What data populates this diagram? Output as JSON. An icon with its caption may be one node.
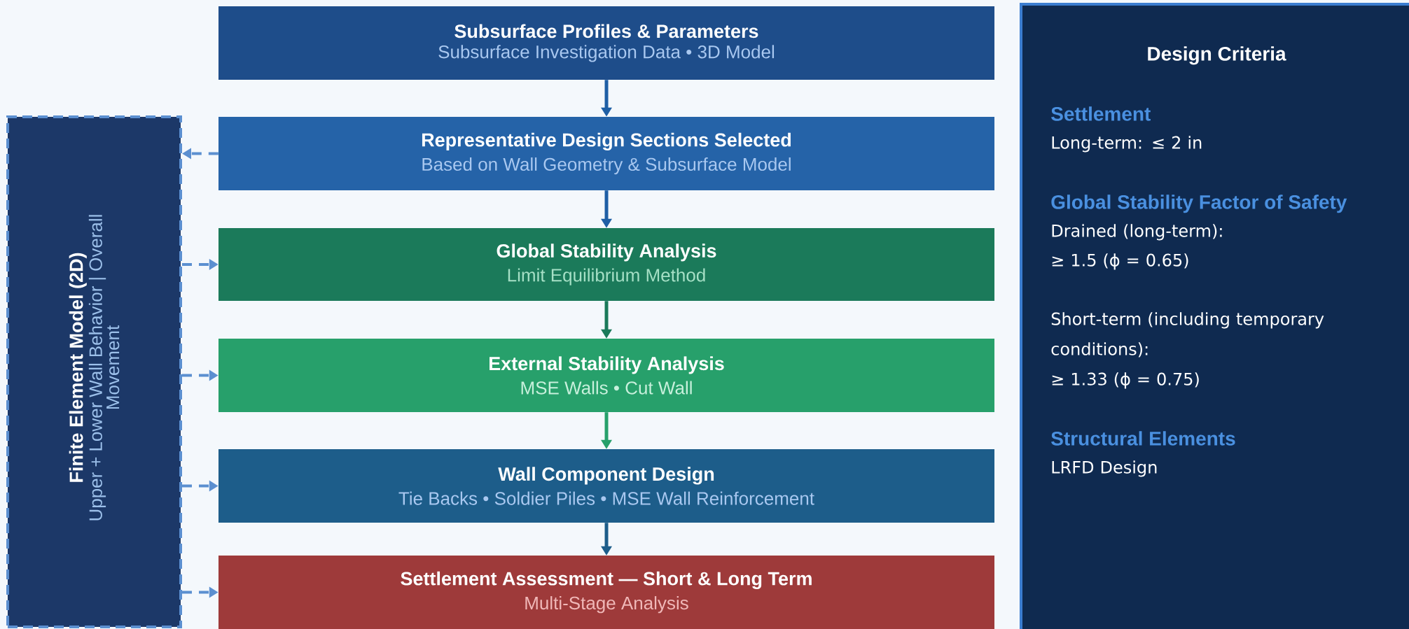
{
  "diagram": {
    "nodes": [
      {
        "text": [
          "Subsurface Profiles & Parameters",
          "Subsurface Investigation Data  •  3D Model"
        ]
      },
      {
        "text": [
          "Representative Design Sections Selected",
          "Based on Wall Geometry & Subsurface Model"
        ]
      },
      {
        "text": [
          "Global Stability Analysis",
          "Limit Equilibrium Method"
        ]
      },
      {
        "text": [
          "External Stability Analysis",
          "MSE Walls   •   Cut Wall"
        ]
      },
      {
        "text": [
          "Wall Component Design",
          "Tie Backs   •   Soldier Piles   •   MSE Wall Reinforcement"
        ]
      },
      {
        "text": [
          "Settlement Assessment — Short & Long Term",
          "Multi-Stage Analysis"
        ]
      },
      {
        "text": [
          "Finite Element Model (2D)",
          "Upper + Lower Wall Behavior  |  Overall Movement"
        ]
      },
      {
        "text": [
          "Design Criteria",
          "Settlement",
          "Long-term: ≤ 2 in",
          "Global Stability Factor of Safety",
          "Drained (long-term):",
          "≥ 1.5 (ϕ = 0.65)",
          "Short-term (including temporary conditions):",
          "≥ 1.33 (ϕ = 0.75)",
          "Structural Elements",
          "LRFD Design"
        ]
      }
    ],
    "edges": [
      {
        "from": 0,
        "to": 1,
        "arrow": "to",
        "color": "#1f5fa5"
      },
      {
        "from": 1,
        "to": 2,
        "arrow": "to",
        "color": "#1f5fa5"
      },
      {
        "from": 2,
        "to": 3,
        "arrow": "to",
        "color": "#1b7a5a"
      },
      {
        "from": 3,
        "to": 4,
        "arrow": "to",
        "color": "#27a06b"
      },
      {
        "from": 4,
        "to": 5,
        "arrow": "to",
        "color": "#1d5d8a"
      },
      {
        "from": 1,
        "to": 6,
        "arrow": "to",
        "style": "dashed",
        "color": "#5b8fd0"
      },
      {
        "from": 6,
        "to": 2,
        "arrow": "to",
        "style": "dashed",
        "color": "#5b8fd0"
      },
      {
        "from": 6,
        "to": 3,
        "arrow": "to",
        "style": "dashed",
        "color": "#5b8fd0"
      },
      {
        "from": 6,
        "to": 4,
        "arrow": "to",
        "style": "dashed",
        "color": "#5b8fd0"
      },
      {
        "from": 6,
        "to": 5,
        "arrow": "to",
        "style": "dashed",
        "color": "#5b8fd0"
      }
    ]
  }
}
